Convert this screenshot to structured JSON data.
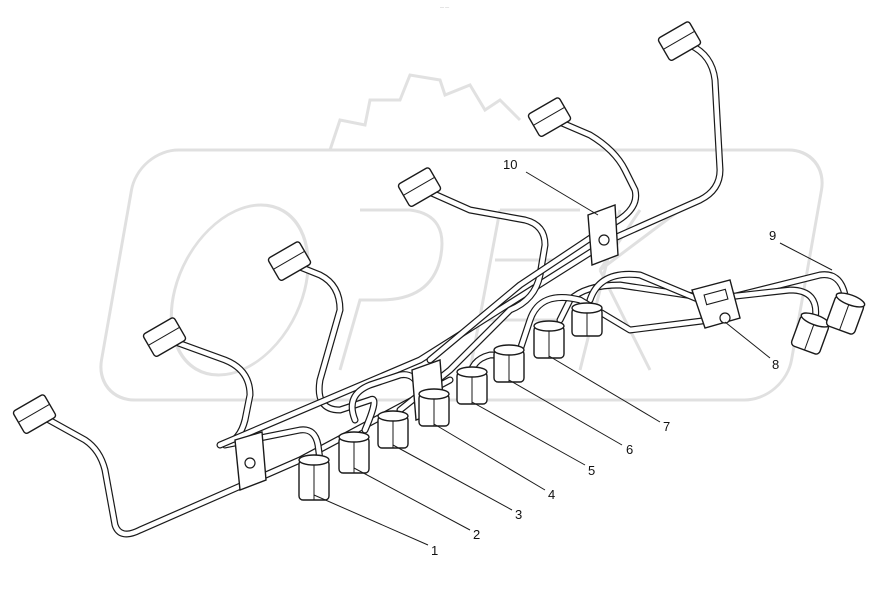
{
  "watermark": {
    "text": "OPEX"
  },
  "header_mark": "— —",
  "callouts": [
    {
      "id": "callout-1",
      "label": "1"
    },
    {
      "id": "callout-2",
      "label": "2"
    },
    {
      "id": "callout-3",
      "label": "3"
    },
    {
      "id": "callout-4",
      "label": "4"
    },
    {
      "id": "callout-5",
      "label": "5"
    },
    {
      "id": "callout-6",
      "label": "6"
    },
    {
      "id": "callout-7",
      "label": "7"
    },
    {
      "id": "callout-8",
      "label": "8"
    },
    {
      "id": "callout-9",
      "label": "9"
    },
    {
      "id": "callout-10",
      "label": "10"
    }
  ]
}
